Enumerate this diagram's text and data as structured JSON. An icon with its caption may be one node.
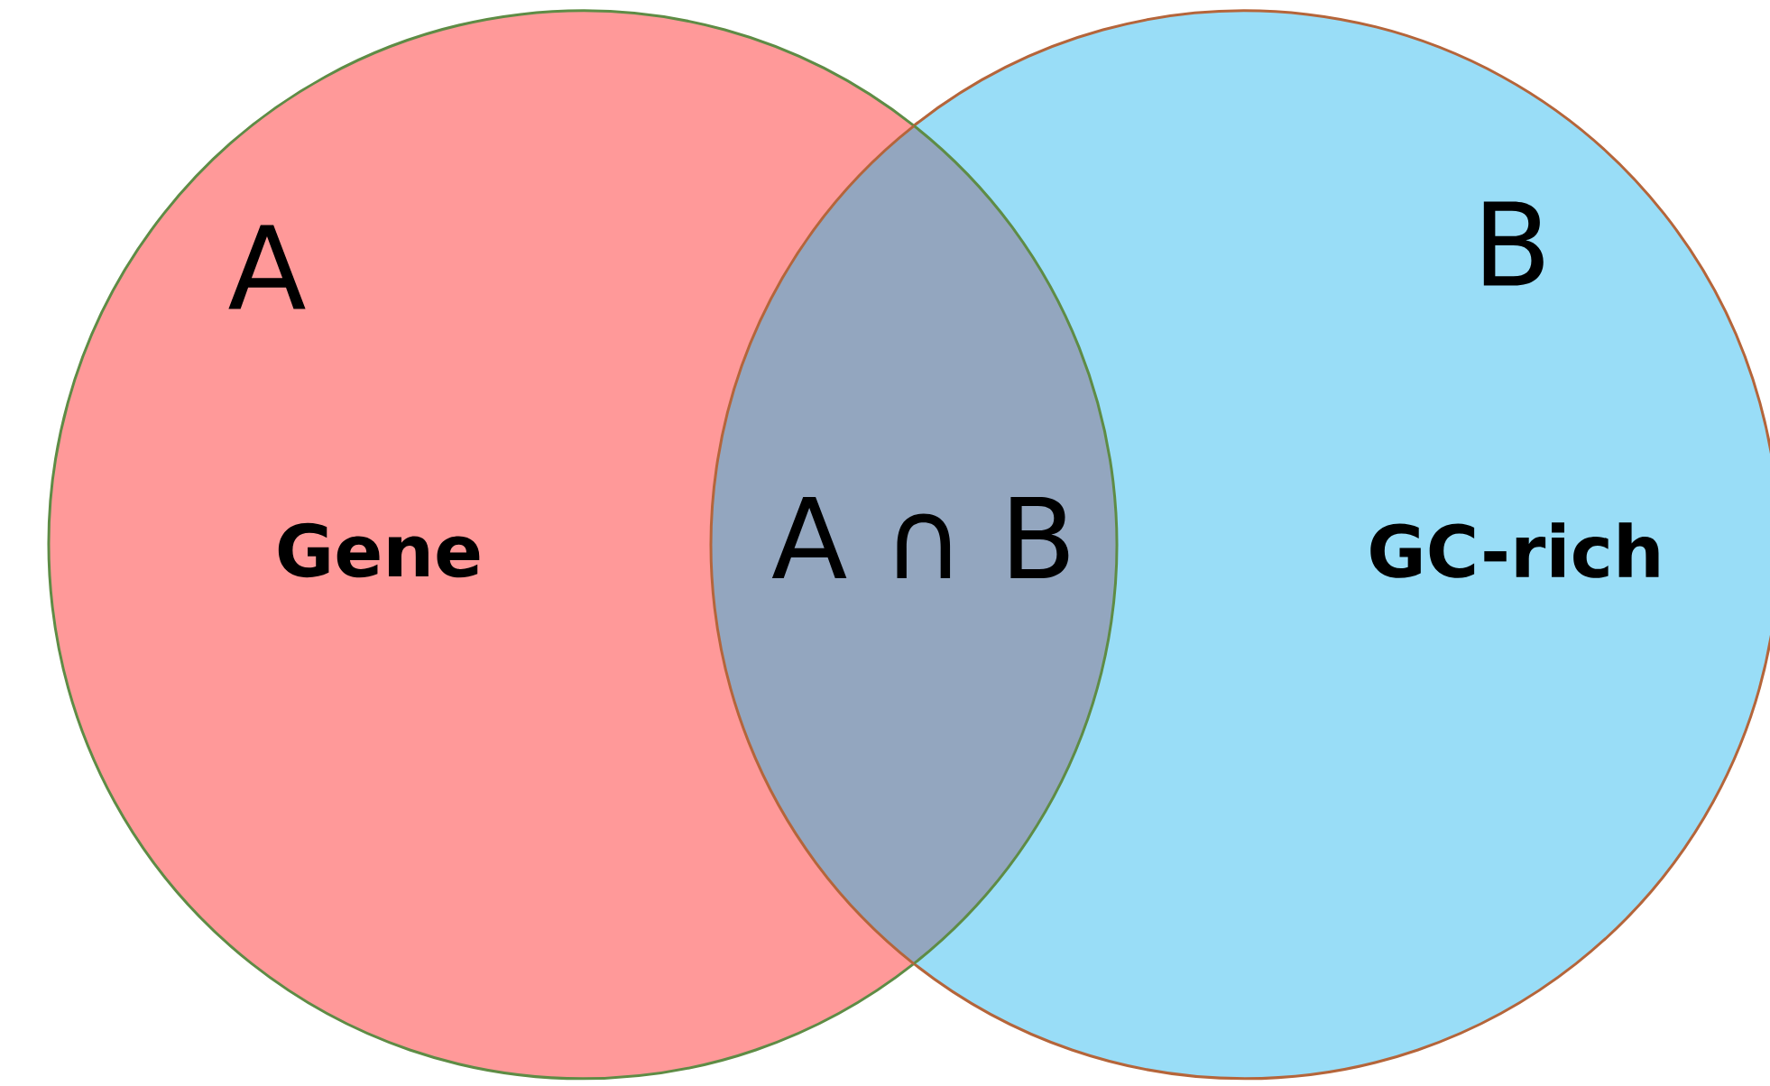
{
  "diagram": {
    "nodes": [
      {
        "text": [
          "A",
          "Gene"
        ]
      },
      {
        "text": [
          "B",
          "GC-rich"
        ]
      },
      {
        "text": [
          "A ∩ B"
        ]
      }
    ]
  }
}
